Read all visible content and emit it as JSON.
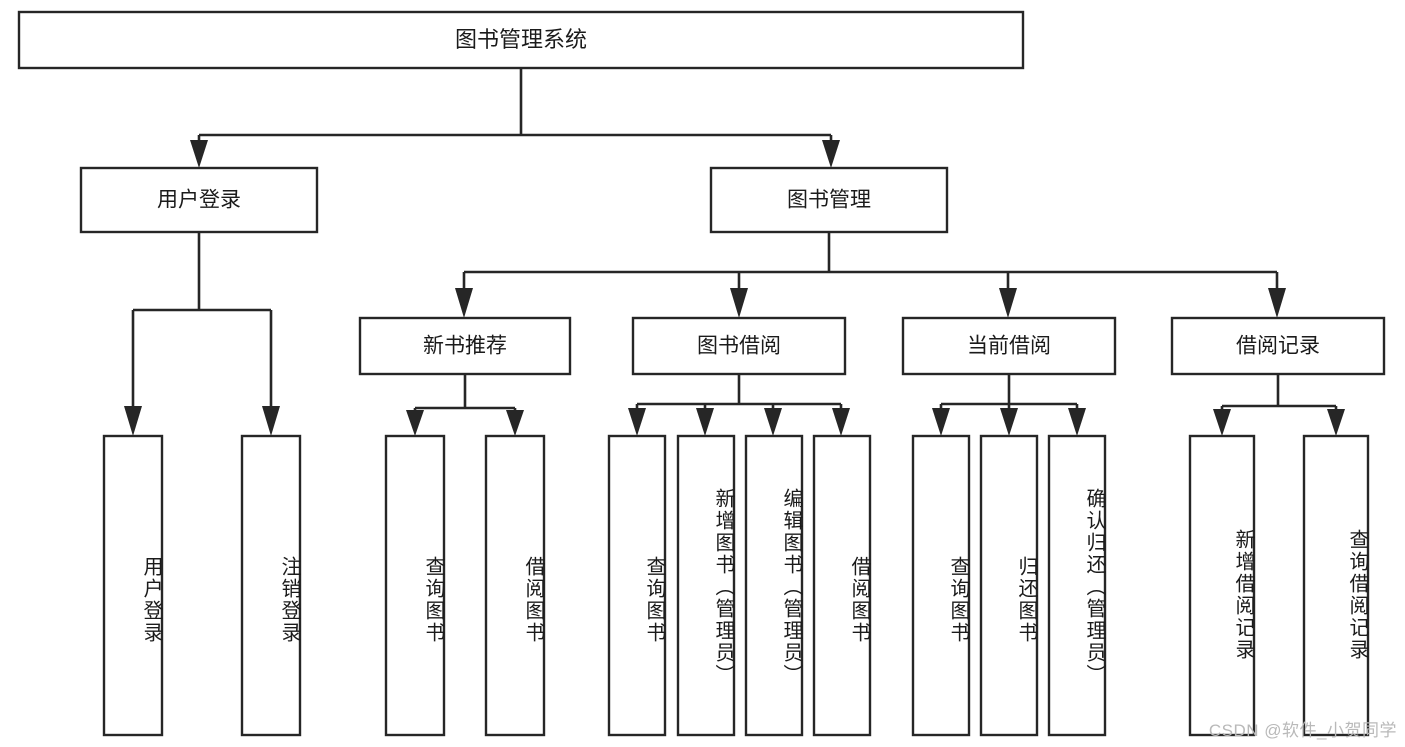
{
  "diagram": {
    "type": "hierarchy-tree",
    "title_node": {
      "label": "图书管理系统"
    },
    "level2": [
      {
        "label": "用户登录"
      },
      {
        "label": "图书管理"
      }
    ],
    "level3": [
      {
        "label": "新书推荐"
      },
      {
        "label": "图书借阅"
      },
      {
        "label": "当前借阅"
      },
      {
        "label": "借阅记录"
      }
    ],
    "leaves": {
      "user_login": [
        {
          "label": "用户登录"
        },
        {
          "label": "注销登录"
        }
      ],
      "new_book_recommend": [
        {
          "label": "查询图书"
        },
        {
          "label": "借阅图书"
        }
      ],
      "book_borrow": [
        {
          "label": "查询图书"
        },
        {
          "label": "新增图书（管理员）"
        },
        {
          "label": "编辑图书（管理员）"
        },
        {
          "label": "借阅图书"
        }
      ],
      "current_borrow": [
        {
          "label": "查询图书"
        },
        {
          "label": "归还图书"
        },
        {
          "label": "确认归还（管理员）"
        }
      ],
      "borrow_record": [
        {
          "label": "新增借阅记录"
        },
        {
          "label": "查询借阅记录"
        }
      ]
    }
  },
  "watermark": {
    "text": "CSDN @软件_小贺同学"
  },
  "colors": {
    "stroke": "#262626",
    "box_fill": "#ffffff",
    "text": "#1b1b1b",
    "watermark": "#b9b9b9",
    "background": "#ffffff"
  }
}
